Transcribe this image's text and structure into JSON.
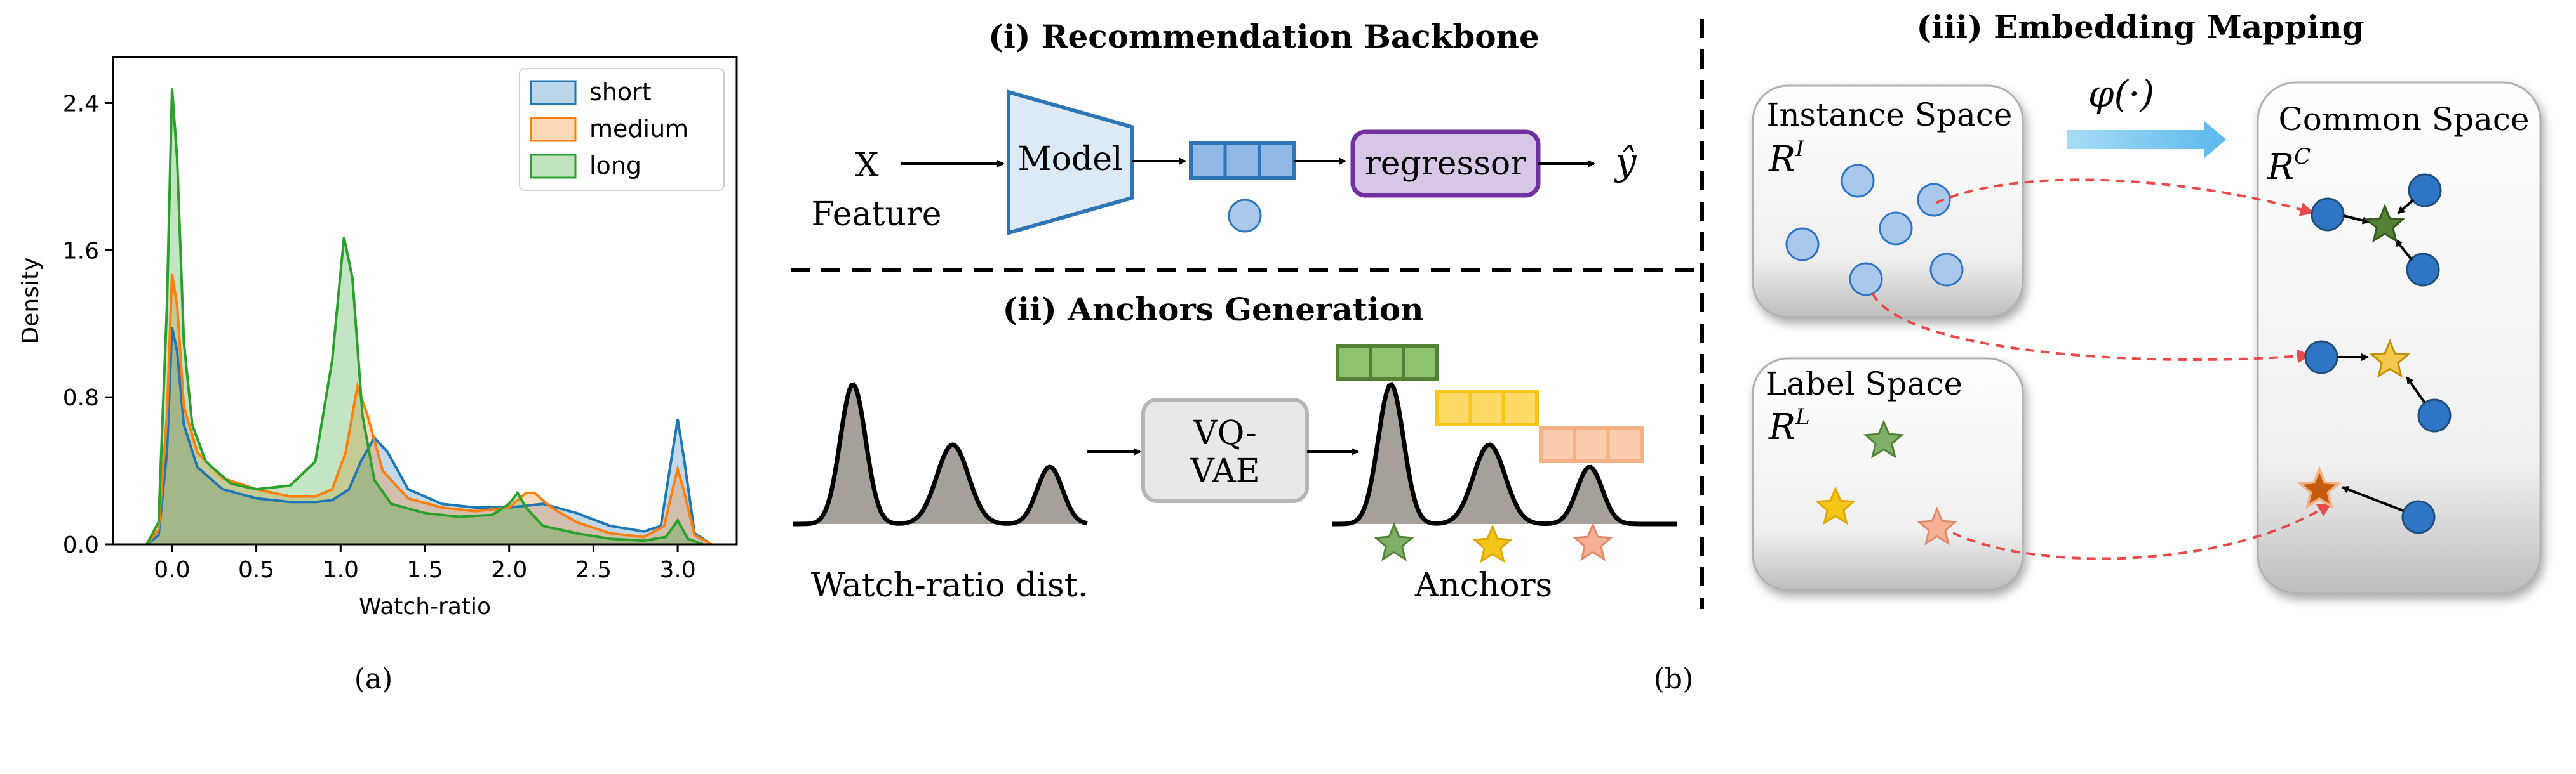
{
  "panel_a": {
    "caption": "(a)",
    "chart_data": {
      "type": "area",
      "xlabel": "Watch-ratio",
      "ylabel": "Density",
      "xlim": [
        -0.35,
        3.35
      ],
      "ylim": [
        0,
        2.65
      ],
      "xticks": [
        "0.0",
        "0.5",
        "1.0",
        "1.5",
        "2.0",
        "2.5",
        "3.0"
      ],
      "xtick_values": [
        0,
        0.5,
        1.0,
        1.5,
        2.0,
        2.5,
        3.0
      ],
      "yticks": [
        "0.0",
        "0.8",
        "1.6",
        "2.4"
      ],
      "ytick_values": [
        0,
        0.8,
        1.6,
        2.4
      ],
      "legend_position": "top-right",
      "grid": false,
      "series": [
        {
          "name": "short",
          "color": "#1f77b4",
          "fill": "#1f77b4",
          "points": [
            [
              -0.15,
              0
            ],
            [
              -0.08,
              0.05
            ],
            [
              -0.03,
              0.5
            ],
            [
              0.0,
              1.18
            ],
            [
              0.03,
              1.05
            ],
            [
              0.07,
              0.65
            ],
            [
              0.15,
              0.42
            ],
            [
              0.3,
              0.3
            ],
            [
              0.5,
              0.25
            ],
            [
              0.7,
              0.23
            ],
            [
              0.85,
              0.23
            ],
            [
              0.95,
              0.24
            ],
            [
              1.05,
              0.3
            ],
            [
              1.12,
              0.45
            ],
            [
              1.2,
              0.58
            ],
            [
              1.28,
              0.5
            ],
            [
              1.4,
              0.3
            ],
            [
              1.6,
              0.22
            ],
            [
              1.8,
              0.2
            ],
            [
              2.0,
              0.2
            ],
            [
              2.1,
              0.21
            ],
            [
              2.2,
              0.22
            ],
            [
              2.4,
              0.17
            ],
            [
              2.6,
              0.1
            ],
            [
              2.8,
              0.07
            ],
            [
              2.9,
              0.1
            ],
            [
              2.96,
              0.45
            ],
            [
              3.0,
              0.68
            ],
            [
              3.04,
              0.45
            ],
            [
              3.1,
              0.06
            ],
            [
              3.2,
              0
            ]
          ]
        },
        {
          "name": "medium",
          "color": "#ff7f0e",
          "fill": "#ff7f0e",
          "points": [
            [
              -0.15,
              0
            ],
            [
              -0.08,
              0.08
            ],
            [
              -0.03,
              0.7
            ],
            [
              0.0,
              1.47
            ],
            [
              0.03,
              1.3
            ],
            [
              0.07,
              0.75
            ],
            [
              0.15,
              0.5
            ],
            [
              0.3,
              0.36
            ],
            [
              0.5,
              0.3
            ],
            [
              0.7,
              0.26
            ],
            [
              0.85,
              0.26
            ],
            [
              0.95,
              0.3
            ],
            [
              1.03,
              0.5
            ],
            [
              1.1,
              0.86
            ],
            [
              1.16,
              0.7
            ],
            [
              1.25,
              0.4
            ],
            [
              1.4,
              0.25
            ],
            [
              1.6,
              0.2
            ],
            [
              1.8,
              0.18
            ],
            [
              2.0,
              0.2
            ],
            [
              2.1,
              0.28
            ],
            [
              2.15,
              0.28
            ],
            [
              2.25,
              0.2
            ],
            [
              2.4,
              0.12
            ],
            [
              2.6,
              0.06
            ],
            [
              2.8,
              0.04
            ],
            [
              2.92,
              0.1
            ],
            [
              2.97,
              0.3
            ],
            [
              3.0,
              0.41
            ],
            [
              3.04,
              0.28
            ],
            [
              3.1,
              0.05
            ],
            [
              3.2,
              0
            ]
          ]
        },
        {
          "name": "long",
          "color": "#2ca02c",
          "fill": "#2ca02c",
          "points": [
            [
              -0.15,
              0
            ],
            [
              -0.08,
              0.12
            ],
            [
              -0.03,
              1.3
            ],
            [
              0.0,
              2.48
            ],
            [
              0.03,
              2.1
            ],
            [
              0.07,
              1.1
            ],
            [
              0.12,
              0.65
            ],
            [
              0.2,
              0.45
            ],
            [
              0.35,
              0.33
            ],
            [
              0.5,
              0.3
            ],
            [
              0.7,
              0.32
            ],
            [
              0.85,
              0.45
            ],
            [
              0.95,
              1.0
            ],
            [
              1.02,
              1.67
            ],
            [
              1.07,
              1.45
            ],
            [
              1.13,
              0.7
            ],
            [
              1.2,
              0.35
            ],
            [
              1.3,
              0.22
            ],
            [
              1.5,
              0.17
            ],
            [
              1.7,
              0.15
            ],
            [
              1.9,
              0.16
            ],
            [
              2.0,
              0.22
            ],
            [
              2.05,
              0.28
            ],
            [
              2.1,
              0.2
            ],
            [
              2.2,
              0.1
            ],
            [
              2.4,
              0.06
            ],
            [
              2.6,
              0.03
            ],
            [
              2.8,
              0.02
            ],
            [
              2.93,
              0.04
            ],
            [
              3.0,
              0.13
            ],
            [
              3.06,
              0.03
            ],
            [
              3.15,
              0
            ]
          ]
        }
      ]
    }
  },
  "panel_b": {
    "caption": "(b)",
    "backbone": {
      "title": "(i) Recommendation Backbone",
      "input_x": "X",
      "input_label": "Feature",
      "model_label": "Model",
      "regressor_label": "regressor",
      "output_label": "ŷ"
    },
    "anchors": {
      "title": "(ii) Anchors Generation",
      "dist_label": "Watch-ratio dist.",
      "vqvae_line1": "VQ-",
      "vqvae_line2": "VAE",
      "anchors_label": "Anchors"
    },
    "mapping": {
      "title": "(iii) Embedding Mapping",
      "phi_label": "φ(·)",
      "instance_space": "Instance Space",
      "instance_symbol": "R",
      "instance_sup": "I",
      "label_space": "Label Space",
      "label_symbol": "R",
      "label_sup": "L",
      "common_space": "Common Space",
      "common_symbol": "R",
      "common_sup": "C"
    },
    "colors": {
      "green_anchor": "#7fb06a",
      "yellow_anchor": "#f5c518",
      "salmon_anchor": "#f5b095",
      "orange_anchor": "#c55a11",
      "dot_light": "#a9c8ec",
      "dot_dark": "#2e75c6",
      "regressor_fill": "#d8c6e6",
      "regressor_stroke": "#7030a0",
      "model_fill": "#dce9f7",
      "model_stroke": "#2e75b6"
    }
  }
}
